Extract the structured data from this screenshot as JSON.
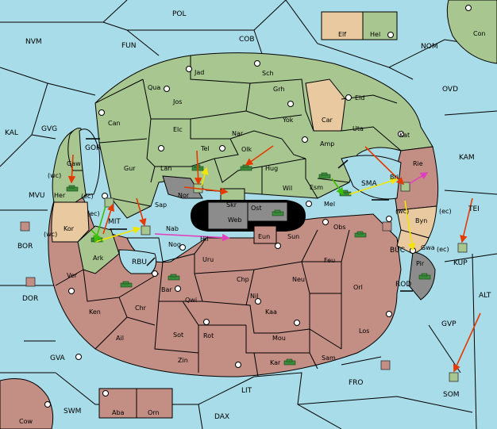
{
  "colors": {
    "sea": "#a8dce8",
    "green": "#a8c690",
    "red": "#c38e84",
    "tan": "#e8c9a0",
    "grey": "#8c8c8c",
    "border": "#000000"
  },
  "sea_labels": {
    "POL": "POL",
    "NVM": "NVM",
    "FUN": "FUN",
    "COB": "COB",
    "NOM": "NOM",
    "OVD": "OVD",
    "KAL": "KAL",
    "GVG": "GVG",
    "GOR": "GOR",
    "MVU": "MVU",
    "MIT": "MIT",
    "KAM": "KAM",
    "SMA": "SMA",
    "TEI": "TEI",
    "BOR": "BOR",
    "RBU": "RBU",
    "BUC": "BUC",
    "KUP": "KUP",
    "DOR": "DOR",
    "ROD": "ROD",
    "ALT": "ALT",
    "GVP": "GVP",
    "GVA": "GVA",
    "FRO": "FRO",
    "SOM": "SOM",
    "LIT": "LIT",
    "SWM": "SWM",
    "DAX": "DAX"
  },
  "land_labels": {
    "Elf": "Elf",
    "Hel": "Hel",
    "Con": "Con",
    "Jad": "Jad",
    "Sch": "Sch",
    "Qua": "Qua",
    "Grh": "Grh",
    "Jos": "Jos",
    "Eld": "Eld",
    "Can": "Can",
    "Car": "Car",
    "Yok": "Yok",
    "Elc": "Elc",
    "Nar": "Nar",
    "Uta": "Uta",
    "Kat": "Kat",
    "Tel": "Tel",
    "Olk": "Olk",
    "Amp": "Amp",
    "Gaw": "Gaw",
    "Gur": "Gur",
    "Lan": "Lan",
    "Hug": "Hug",
    "Rie": "Rie",
    "Bri": "Bri",
    "Her": "Her",
    "Esm": "Esm",
    "Nor": "Nor",
    "Skr": "Skr",
    "Wil": "Wil",
    "Sap": "Sap",
    "Mel": "Mel",
    "Ost": "Ost",
    "Web": "Web",
    "Byn": "Byn",
    "Kor": "Kor",
    "Nab": "Nab",
    "Eun": "Eun",
    "Sun": "Sun",
    "Obs": "Obs",
    "Gwa": "Gwa",
    "Hil": "Hil",
    "Nog": "Nog",
    "Ark": "Ark",
    "Pir": "Pir",
    "Uru": "Uru",
    "Feu": "Feu",
    "Ver": "Ver",
    "Chp": "Chp",
    "Neu": "Neu",
    "Bar": "Bar",
    "Orl": "Orl",
    "Nil": "Nil",
    "Qwi": "Qwi",
    "Ken": "Ken",
    "Chr": "Chr",
    "Kaa": "Kaa",
    "Los": "Los",
    "Ail": "Ail",
    "Sot": "Sot",
    "Rot": "Rot",
    "Mou": "Mou",
    "Sam": "Sam",
    "Zin": "Zin",
    "Kar": "Kar",
    "Aba": "Aba",
    "Orn": "Orn",
    "Cow": "Cow"
  },
  "coast_labels": {
    "wc1": "(wc)",
    "ec1": "(ec)",
    "ec2": "(ec)",
    "wc2": "(wc)",
    "wc3": "(wc)",
    "ec3": "(ec)",
    "ec4": "(ec)"
  }
}
